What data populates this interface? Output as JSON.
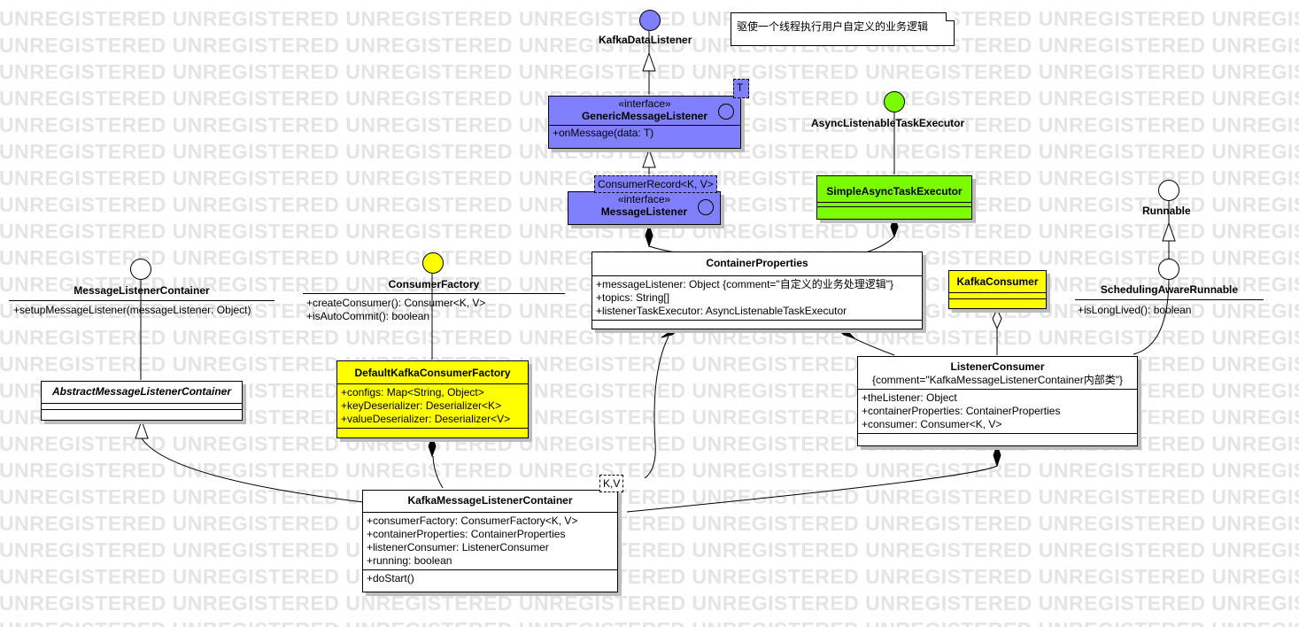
{
  "watermark": "UNREGISTERED UNREGISTERED UNREGISTERED UNREGISTERED UNREGISTERED UNREGISTERED UNREGISTERED UNREGISTERED UNREGISTERED UNREGISTERED UNREGISTERED UNREGISTERED UNREGISTERED UNREGISTERED UNREGISTERED UNREGISTERED UNREGISTERED UNREGISTERED UNREGISTERED UNREGISTERED UNREGISTERED UNREGISTERED",
  "note": {
    "text": "驱使一个线程执行用户自定义的业务逻辑"
  },
  "interfaces": {
    "kafka_data_listener": {
      "name": "KafkaDataListener",
      "color": "#8080ff"
    },
    "async_listenable": {
      "name": "AsyncListenableTaskExecutor",
      "color": "#7cfc00"
    },
    "runnable": {
      "name": "Runnable",
      "color": "#ffffff"
    },
    "scheduling_aware": {
      "name": "SchedulingAwareRunnable",
      "ops": [
        "+isLongLived(): boolean"
      ],
      "color": "#ffffff"
    },
    "message_listener_container": {
      "name": "MessageListenerContainer",
      "ops": [
        "+setupMessageListener(messageListener: Object)"
      ],
      "color": "#ffffff"
    },
    "consumer_factory": {
      "name": "ConsumerFactory",
      "ops": [
        "+createConsumer(): Consumer<K, V>",
        "+isAutoCommit(): boolean"
      ],
      "color": "#ffff00"
    }
  },
  "classes": {
    "generic_message_listener": {
      "stereotype": "«interface»",
      "name": "GenericMessageListener",
      "type_param": "T",
      "ops": [
        "+onMessage(data: T)"
      ],
      "color": "#8080ff"
    },
    "message_listener": {
      "stereotype": "«interface»",
      "name": "MessageListener",
      "type_param": "ConsumerRecord<K, V>",
      "color": "#8080ff"
    },
    "simple_async": {
      "name": "SimpleAsyncTaskExecutor",
      "color": "#7cfc00"
    },
    "container_properties": {
      "name": "ContainerProperties",
      "attrs": [
        "+messageListener: Object {comment=\"自定义的业务处理逻辑\"}",
        "+topics: String[]",
        "+listenerTaskExecutor: AsyncListenableTaskExecutor"
      ]
    },
    "kafka_consumer": {
      "name": "KafkaConsumer",
      "color": "#ffff00"
    },
    "abstract_mlc": {
      "name": "AbstractMessageListenerContainer"
    },
    "default_kafka_consumer_factory": {
      "name": "DefaultKafkaConsumerFactory",
      "attrs": [
        "+configs: Map<String, Object>",
        "+keyDeserializer: Deserializer<K>",
        "+valueDeserializer: Deserializer<V>"
      ],
      "color": "#ffff00"
    },
    "listener_consumer": {
      "name": "ListenerConsumer",
      "comment": "{comment=\"KafkaMessageListenerContainer内部类\"}",
      "attrs": [
        "+theListener: Object",
        "+containerProperties: ContainerProperties",
        "+consumer: Consumer<K, V>"
      ]
    },
    "kafka_mlc": {
      "name": "KafkaMessageListenerContainer",
      "type_param": "K,V",
      "attrs": [
        "+consumerFactory: ConsumerFactory<K, V>",
        "+containerProperties: ContainerProperties",
        "+listenerConsumer: ListenerConsumer",
        "+running: boolean"
      ],
      "ops": [
        "+doStart()"
      ]
    }
  }
}
